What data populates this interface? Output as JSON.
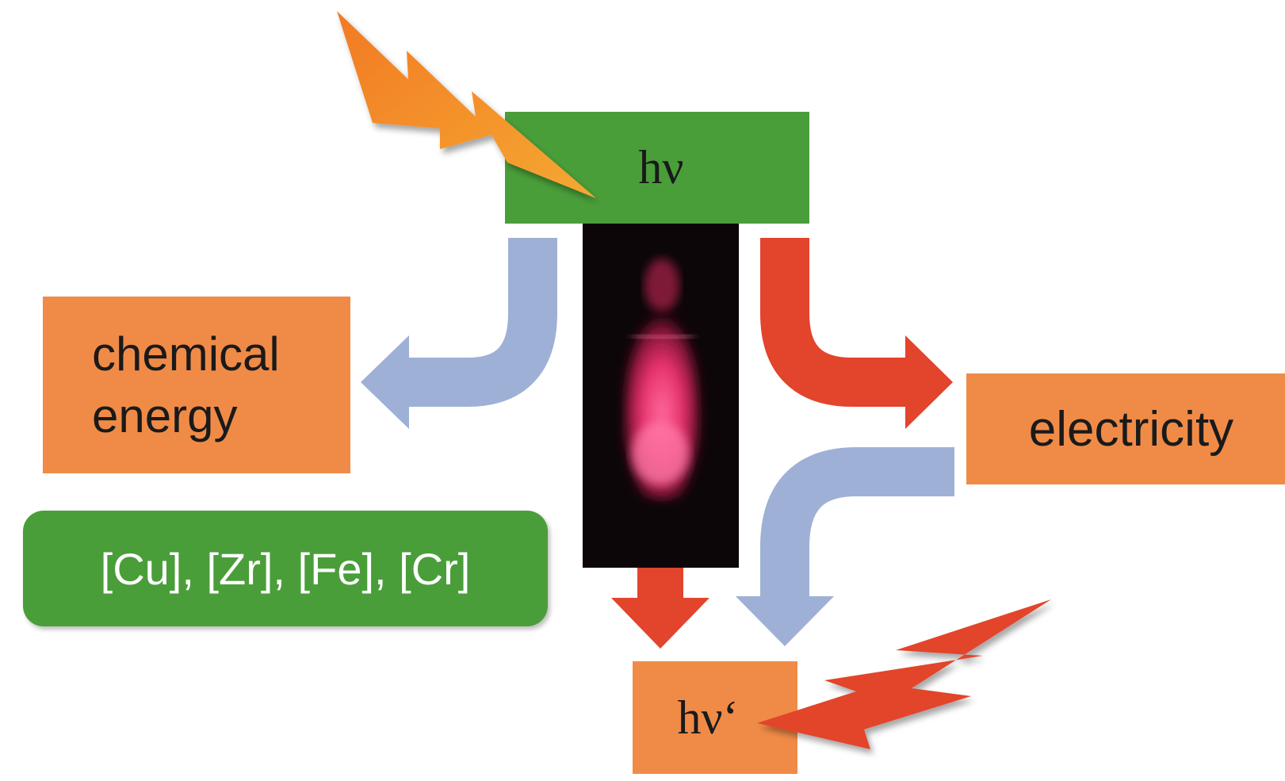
{
  "nodes": {
    "excitation": "hν",
    "chemical_energy": [
      "chemical",
      "energy"
    ],
    "electricity": "electricity",
    "emission": "hν‘",
    "metals": "[Cu], [Zr], [Fe], [Cr]"
  },
  "colors": {
    "green": "#4a9e3a",
    "orange_box": "#f08b47",
    "blue_arrow": "#9eb0d5",
    "red_arrow": "#e2442c",
    "orange_bolt": "#f29a2e",
    "red_bolt": "#e2442c",
    "vial_glow": "#e8326e"
  },
  "icons": {
    "incoming_light": "lightning-bolt-icon",
    "emitted_light": "lightning-bolt-icon"
  }
}
